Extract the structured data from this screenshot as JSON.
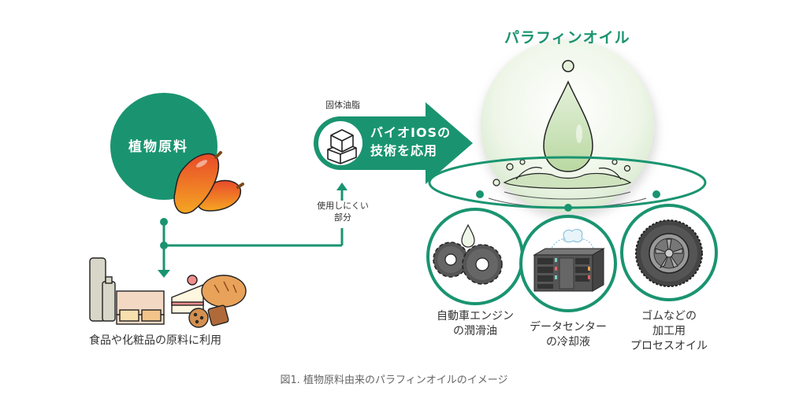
{
  "figure": {
    "title": "パラフィンオイル",
    "caption": "図1. 植物原料由来のパラフィンオイルのイメージ"
  },
  "source": {
    "label": "植物原料",
    "icon": "palm-fruit-icon"
  },
  "solid_fat": {
    "label": "固体油脂",
    "icon": "solid-fat-cubes-icon"
  },
  "process": {
    "line1": "バイオIOSの",
    "line2": "技術を応用"
  },
  "unused_part": {
    "line1": "使用しにくい",
    "line2": "部分"
  },
  "food_cosmetics": {
    "label": "食品や化粧品の原料に利用",
    "icons": [
      "cosmetics-bottles-icon",
      "compact-icon",
      "cake-icon",
      "bread-icon",
      "cookie-icon"
    ]
  },
  "applications": [
    {
      "line1": "自動車エンジン",
      "line2": "の潤滑油",
      "line3": "",
      "icon": "gears-icon"
    },
    {
      "line1": "データセンター",
      "line2": "の冷却液",
      "line3": "",
      "icon": "server-rack-icon"
    },
    {
      "line1": "ゴムなどの",
      "line2": "加工用",
      "line3": "プロセスオイル",
      "icon": "tire-icon"
    }
  ],
  "colors": {
    "brand_green": "#1a9470",
    "drop_green": "#c5e0b0",
    "fruit_orange": "#e8552a"
  }
}
